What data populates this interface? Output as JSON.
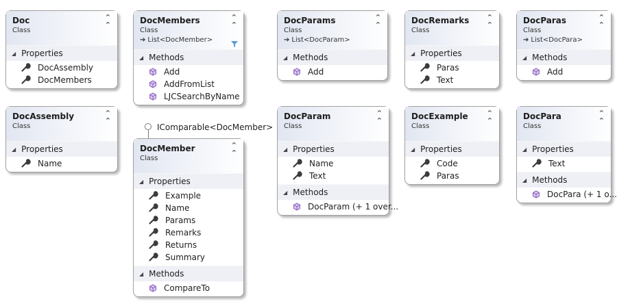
{
  "classes": {
    "doc": {
      "name": "Doc",
      "stereotype": "Class",
      "sections": [
        {
          "label": "Properties",
          "items": [
            "DocAssembly",
            "DocMembers"
          ]
        }
      ]
    },
    "docassembly": {
      "name": "DocAssembly",
      "stereotype": "Class",
      "sections": [
        {
          "label": "Properties",
          "items": [
            "Name"
          ]
        }
      ]
    },
    "docmembers": {
      "name": "DocMembers",
      "stereotype": "Class",
      "base": "List<DocMember>",
      "sections": [
        {
          "label": "Methods",
          "items": [
            "Add",
            "AddFromList",
            "LJCSearchByName"
          ]
        }
      ]
    },
    "docmember": {
      "name": "DocMember",
      "stereotype": "Class",
      "sections": [
        {
          "label": "Properties",
          "items": [
            "Example",
            "Name",
            "Params",
            "Remarks",
            "Returns",
            "Summary"
          ]
        },
        {
          "label": "Methods",
          "items": [
            "CompareTo"
          ]
        }
      ]
    },
    "docparams": {
      "name": "DocParams",
      "stereotype": "Class",
      "base": "List<DocParam>",
      "sections": [
        {
          "label": "Methods",
          "items": [
            "Add"
          ]
        }
      ]
    },
    "docparam": {
      "name": "DocParam",
      "stereotype": "Class",
      "sections": [
        {
          "label": "Properties",
          "items": [
            "Name",
            "Text"
          ]
        },
        {
          "label": "Methods",
          "items": [
            "DocParam (+ 1 over..."
          ]
        }
      ]
    },
    "docremarks": {
      "name": "DocRemarks",
      "stereotype": "Class",
      "sections": [
        {
          "label": "Properties",
          "items": [
            "Paras",
            "Text"
          ]
        }
      ]
    },
    "docexample": {
      "name": "DocExample",
      "stereotype": "Class",
      "sections": [
        {
          "label": "Properties",
          "items": [
            "Code",
            "Paras"
          ]
        }
      ]
    },
    "docparas": {
      "name": "DocParas",
      "stereotype": "Class",
      "base": "List<DocPara>",
      "sections": [
        {
          "label": "Methods",
          "items": [
            "Add"
          ]
        }
      ]
    },
    "docpara": {
      "name": "DocPara",
      "stereotype": "Class",
      "sections": [
        {
          "label": "Properties",
          "items": [
            "Text"
          ]
        },
        {
          "label": "Methods",
          "items": [
            "DocPara (+ 1 o..."
          ]
        }
      ]
    }
  },
  "interface_label": "IComparable<DocMember>",
  "icons": {
    "property": "wrench-icon",
    "method": "method-cube-icon",
    "collapse": "double-chevron-up-icon",
    "base": "inheritance-arrow-icon",
    "section": "triangle-down-icon",
    "filter": "filter-icon"
  },
  "colors": {
    "header_start": "#e1e6f1",
    "section_bg": "#eef0f5",
    "method_icon": "#8b5fbf",
    "wrench": "#3c3c3c",
    "border": "#a0a0a0"
  }
}
